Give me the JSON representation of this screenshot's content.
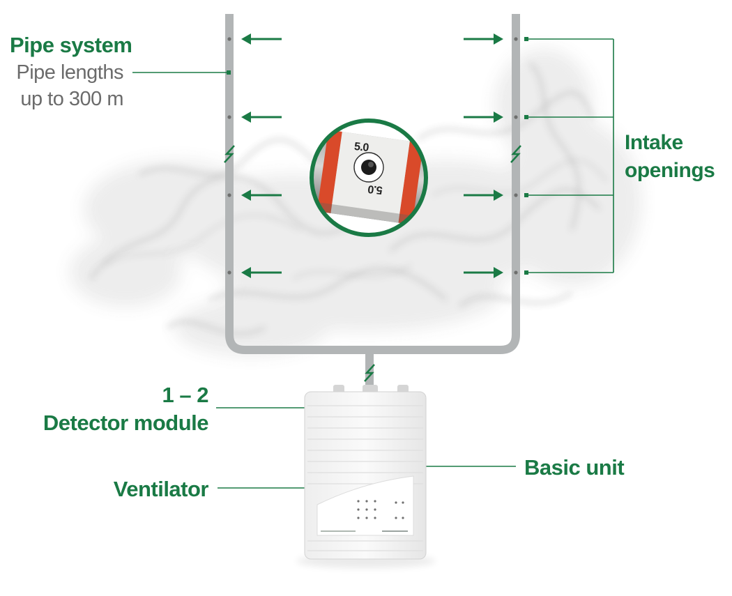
{
  "colors": {
    "accent": "#1a7a45",
    "pipe": "#b2b5b6",
    "label_gray": "#6b6b6b",
    "band": "#d94a2a"
  },
  "labels": {
    "pipe_system_title": "Pipe system",
    "pipe_lengths_line1": "Pipe lengths",
    "pipe_lengths_line2": "up to 300 m",
    "intake_line1": "Intake",
    "intake_line2": "openings",
    "detector_line1": "1 – 2",
    "detector_line2": "Detector module",
    "ventilator": "Ventilator",
    "basic_unit": "Basic unit"
  },
  "inset": {
    "mark_top": "5.0",
    "mark_bottom": "5.0"
  }
}
